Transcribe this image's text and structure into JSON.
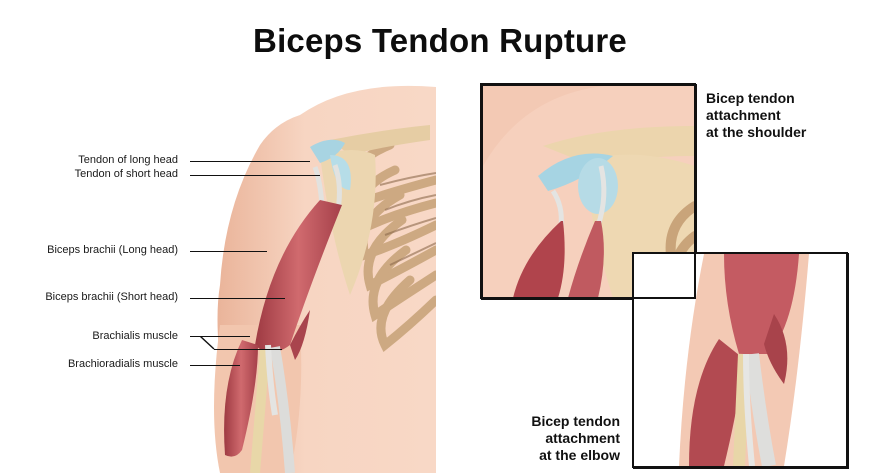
{
  "title": "Biceps Tendon Rupture",
  "main_figure": {
    "labels": [
      {
        "id": "tendon-long-head",
        "text": "Tendon of long head"
      },
      {
        "id": "tendon-short-head",
        "text": "Tendon of short head"
      },
      {
        "id": "biceps-long-head",
        "text": "Biceps brachii (Long head)"
      },
      {
        "id": "biceps-short-head",
        "text": "Biceps brachii (Short head)"
      },
      {
        "id": "brachialis",
        "text": "Brachialis muscle"
      },
      {
        "id": "brachioradialis",
        "text": "Brachioradialis muscle"
      }
    ]
  },
  "insets": {
    "shoulder": {
      "caption_lines": [
        "Bicep tendon",
        "attachment",
        "at the shoulder"
      ]
    },
    "elbow": {
      "caption_lines": [
        "Bicep tendon",
        "attachment",
        "at the elbow"
      ]
    }
  },
  "colors": {
    "skin": "#f6d2bd",
    "skin_dark": "#eab79c",
    "muscle": "#b64a50",
    "muscle_light": "#d36b6f",
    "bone": "#ecd8b4",
    "bone_dark": "#b89670",
    "tendon": "#e4e4e2",
    "cartilage": "#a8d6e4"
  }
}
